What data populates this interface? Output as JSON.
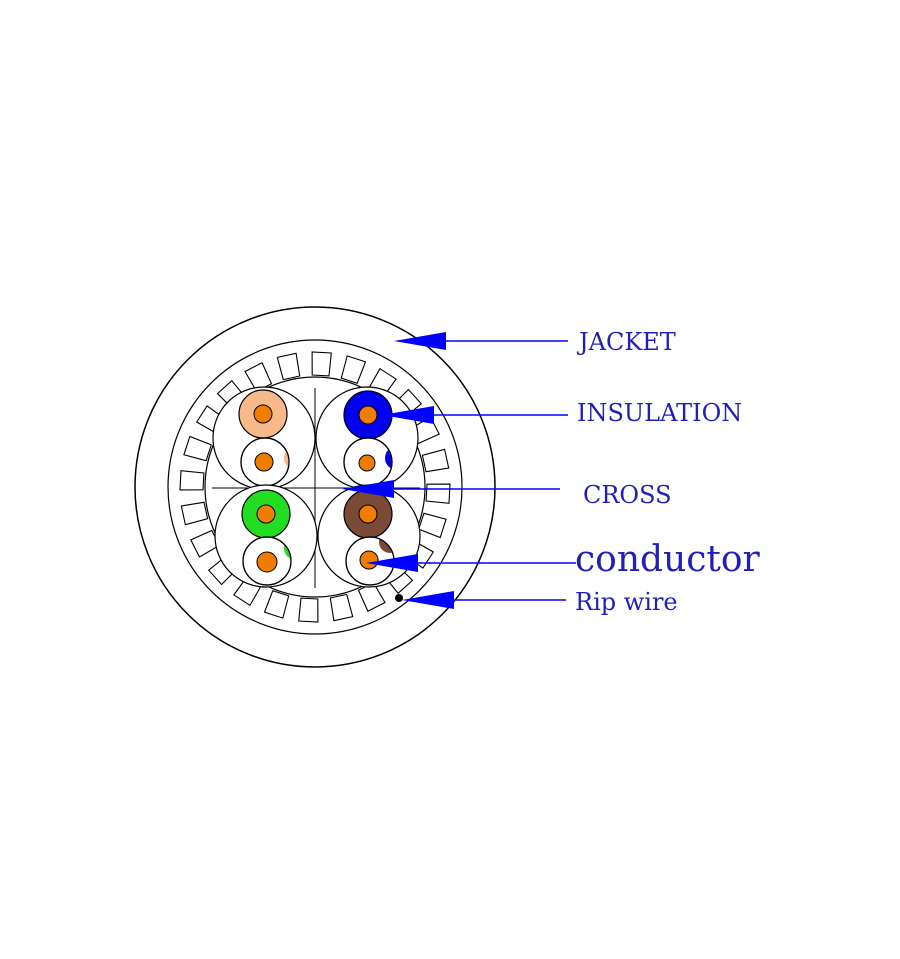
{
  "labels": {
    "jacket": "JACKET",
    "insulation": "INSULATION",
    "cross": "CROSS",
    "conductor": "conductor",
    "rip_wire": "Rip wire"
  },
  "colors": {
    "outline": "#000000",
    "arrow": "#0000ff",
    "label": "#1f1fbf",
    "conductor": "#f07c00",
    "pair_orange": "#f7b98a",
    "pair_blue": "#0000ee",
    "pair_green": "#22dd22",
    "pair_brown": "#7a4a36"
  },
  "pairs": [
    {
      "name": "orange",
      "color": "#f7b98a"
    },
    {
      "name": "blue",
      "color": "#0000ee"
    },
    {
      "name": "green",
      "color": "#22dd22"
    },
    {
      "name": "brown",
      "color": "#7a4a36"
    }
  ]
}
